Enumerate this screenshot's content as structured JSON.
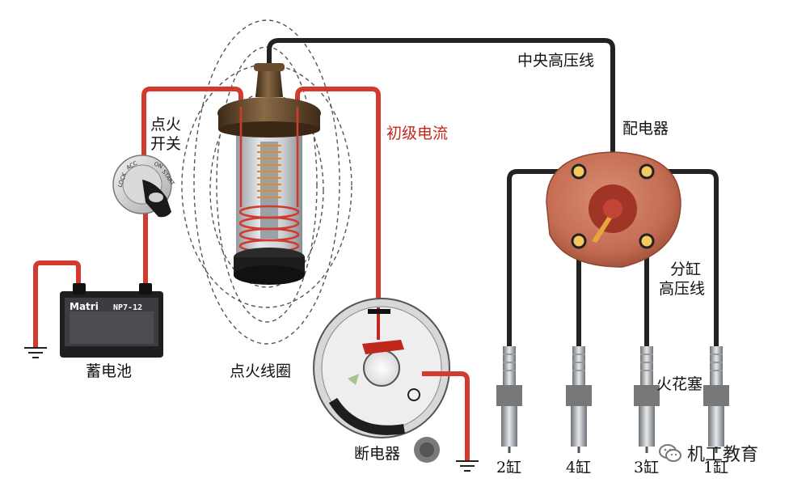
{
  "labels": {
    "central_hv_wire": "中央高压线",
    "distributor": "配电器",
    "ignition_switch_line1": "点火",
    "ignition_switch_line2": "开关",
    "primary_current": "初级电流",
    "battery": "蓄电池",
    "ignition_coil": "点火线圈",
    "breaker": "断电器",
    "branch_hv_wire_line1": "分缸",
    "branch_hv_wire_line2": "高压线",
    "spark_plug": "火花塞",
    "cyl_2": "2缸",
    "cyl_4": "4缸",
    "cyl_3": "3缸",
    "cyl_1": "1缸"
  },
  "battery_label": {
    "brand": "Matri",
    "model": "NP7-12"
  },
  "switch_positions": {
    "lock": "LOCK",
    "acc": "ACC",
    "on": "ON",
    "start": "START"
  },
  "watermark": "机工教育",
  "colors": {
    "primary_wire": "#d23a2e",
    "hv_wire": "#222222",
    "distributor_cap": "#c97258",
    "primary_current_label": "#c0281e",
    "coil_housing": "#5a3e24"
  }
}
